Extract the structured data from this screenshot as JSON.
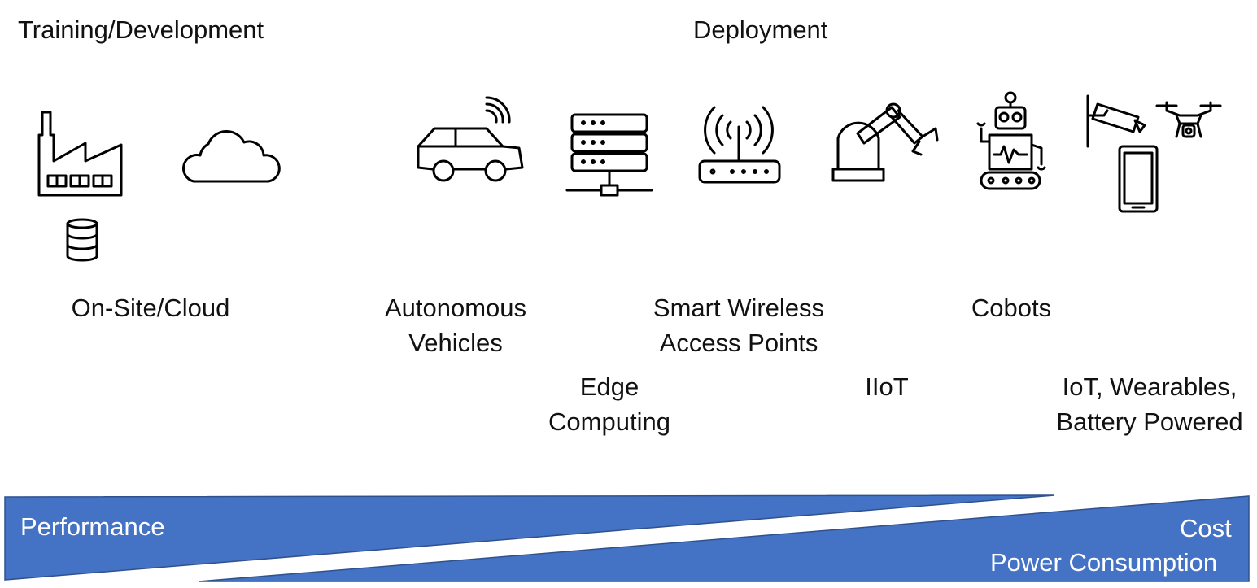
{
  "headings": {
    "training": "Training/Development",
    "deployment": "Deployment"
  },
  "categories": {
    "onsite_cloud": [
      "On-Site/Cloud"
    ],
    "autonomous_vehicles": [
      "Autonomous",
      "Vehicles"
    ],
    "edge_computing": [
      "Edge",
      "Computing"
    ],
    "smart_wireless": [
      "Smart Wireless",
      "Access Points"
    ],
    "iiot": [
      "IIoT"
    ],
    "cobots": [
      "Cobots"
    ],
    "iot_wearables": [
      "IoT, Wearables,",
      "Battery Powered"
    ]
  },
  "icons": [
    "factory-icon",
    "cloud-icon",
    "database-icon",
    "car-icon",
    "wifi-signal-icon",
    "server-rack-icon",
    "wireless-router-icon",
    "robotic-arm-icon",
    "robot-icon",
    "security-camera-icon",
    "drone-icon",
    "smartphone-icon"
  ],
  "bands": {
    "performance_label": "Performance",
    "cost_label": "Cost",
    "power_label": "Power Consumption",
    "color": "#4472C4"
  }
}
